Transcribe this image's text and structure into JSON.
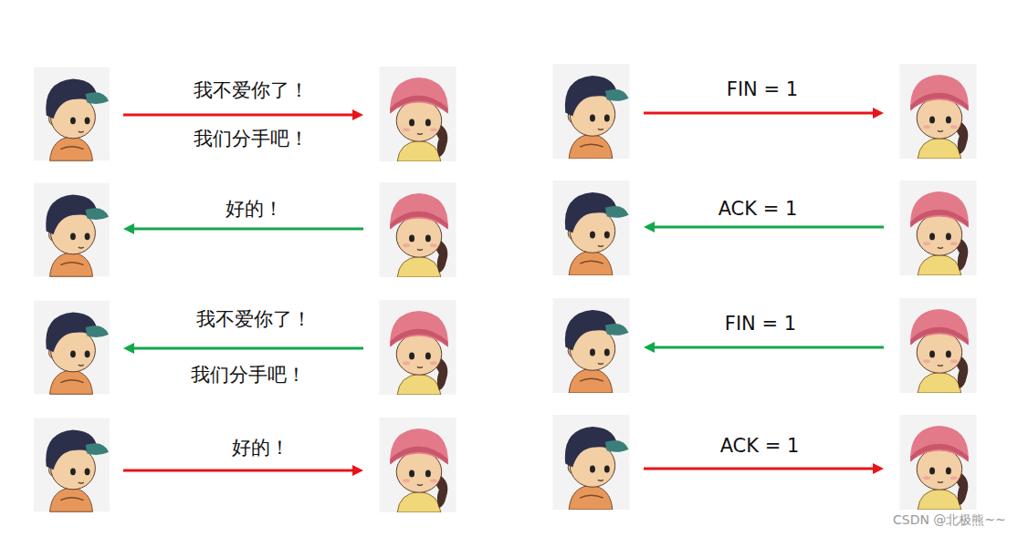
{
  "diagram": {
    "labels": [
      "我不爱你了！",
      "我们分手吧！",
      "FIN = 1",
      "好的！",
      "ACK = 1",
      "我不爱你了！",
      "我们分手吧！",
      "FIN = 1",
      "好的！",
      "ACK = 1",
      "CSDN @北极熊~~"
    ]
  }
}
